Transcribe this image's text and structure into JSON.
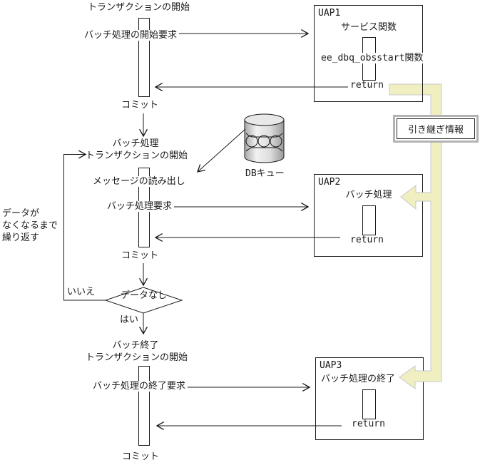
{
  "flow": {
    "tx_start": "トランザクションの開始",
    "batch_start_request": "バッチ処理の開始要求",
    "commit1": "コミット",
    "batch_tx_line1": "バッチ処理",
    "batch_tx_line2": "トランザクションの開始",
    "message_read": "メッセージの読み出し",
    "batch_request": "バッチ処理要求",
    "commit2": "コミット",
    "loop_note_line1": "データが",
    "loop_note_line2": "なくなるまで",
    "loop_note_line3": "繰り返す",
    "decision_no": "いいえ",
    "decision_label": "データなし",
    "decision_yes": "はい",
    "batch_end_line1": "バッチ終了",
    "batch_end_line2": "トランザクションの開始",
    "batch_end_request": "バッチ処理の終了要求",
    "commit3": "コミット"
  },
  "db_queue": {
    "label": "DBキュー"
  },
  "uap1": {
    "title": "UAP1",
    "service_function": "サービス関数",
    "obsstart_function": "ee_dbq_obsstart関数",
    "return_label": "return"
  },
  "uap2": {
    "title": "UAP2",
    "process": "バッチ処理",
    "return_label": "return"
  },
  "uap3": {
    "title": "UAP3",
    "process": "バッチ処理の終了",
    "return_label": "return"
  },
  "handover": {
    "label": "引き継ぎ情報"
  },
  "colors": {
    "highlight_fill": "#f0efc2",
    "highlight_stroke": "#c8c8c8",
    "label_border": "#b3b3b3",
    "line": "#1a1a1a"
  }
}
